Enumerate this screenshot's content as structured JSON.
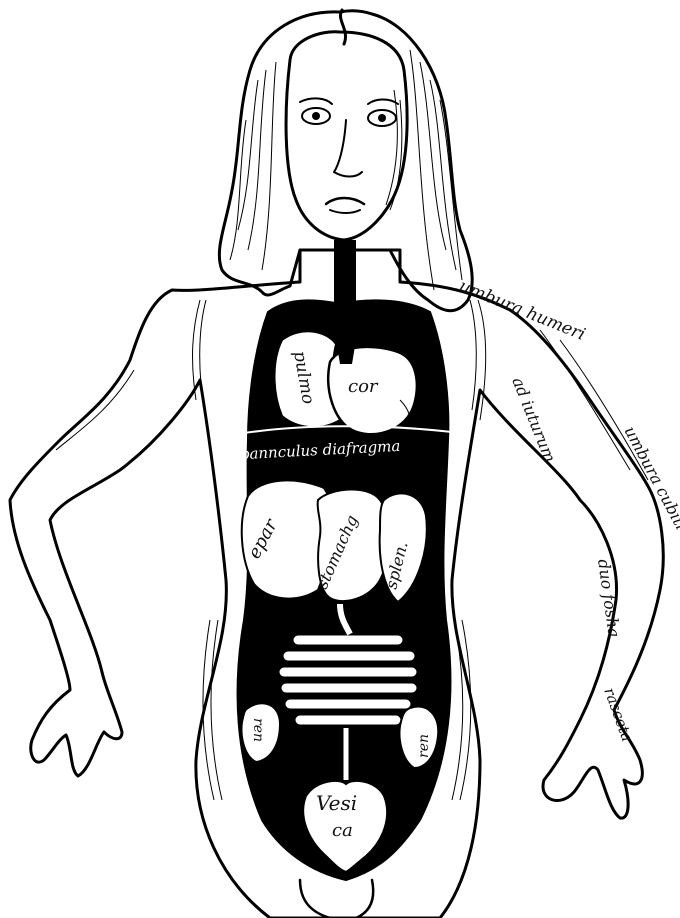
{
  "labels": {
    "cor": "cor",
    "pulmo": "pulmo",
    "diaphragm": "pannculus diafragma",
    "epar": "epar",
    "stomachus": "stomachg",
    "splen": "splen.",
    "ren_left": "ren",
    "ren_right": "ren",
    "vesica_1": "Vesi",
    "vesica_2": "ca",
    "arm_1": "umbura humeri",
    "arm_2": "ad iuturum",
    "arm_3": "umbura cubiti",
    "arm_4": "duo fosha",
    "arm_5": "rasceta"
  },
  "colors": {
    "ink": "#000000",
    "paper": "#ffffff"
  }
}
